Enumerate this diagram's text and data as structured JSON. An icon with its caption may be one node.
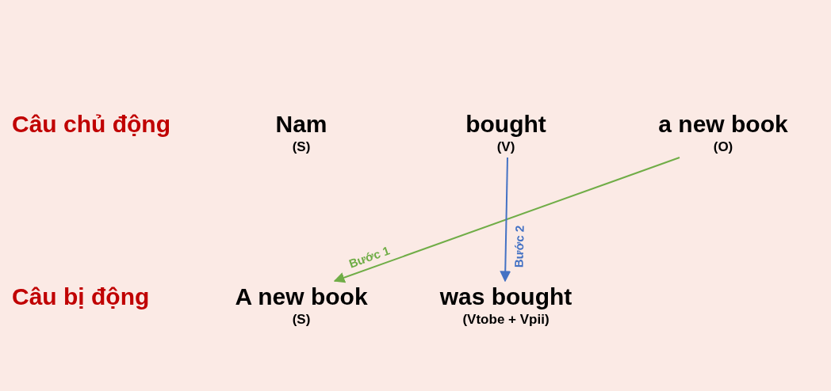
{
  "diagram": {
    "nodes": [
      {
        "text": [
          "bought",
          "(V)"
        ]
      },
      {
        "text": [
          "a new book",
          "(O)"
        ]
      },
      {
        "text": [
          "A new book",
          "(S)"
        ]
      },
      {
        "text": [
          "was bought",
          "(Vtobe + Vpii)"
        ]
      }
    ],
    "edges": [
      {
        "from": 1,
        "to": 2,
        "arrow": "to",
        "label": "Bước 1",
        "color": "#70ad47"
      },
      {
        "from": 0,
        "to": 3,
        "arrow": "to",
        "label": "Bước 2",
        "color": "#4472c4"
      }
    ],
    "labels": [
      "Câu chủ động",
      "Nam",
      "(S)",
      "Câu bị động"
    ]
  }
}
